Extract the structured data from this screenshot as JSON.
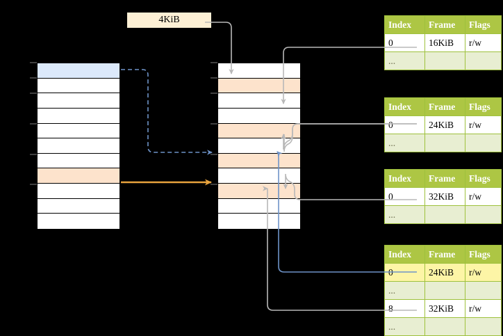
{
  "diagram": {
    "title": "page-table-walk",
    "size_label": {
      "text": "4KiB"
    },
    "colors": {
      "background": "#000000",
      "header_green": "#adc644",
      "alt_row_green": "#e8eed2",
      "highlight_yellow": "#fdf5a6",
      "peach_row": "#fde3cc",
      "blue_row": "#dce9fb",
      "orange_arrow": "#e8a33d",
      "blue_arrow": "#6e93c8",
      "gray_arrow": "#b8b8b8",
      "size_label_bg": "#fdf0d5"
    },
    "left_column": {
      "name": "virtual-address-space",
      "rows": [
        {
          "fill": "blue",
          "label": ""
        },
        {
          "fill": "white",
          "label": ""
        },
        {
          "fill": "white",
          "label": ""
        },
        {
          "fill": "white",
          "label": ""
        },
        {
          "fill": "white",
          "label": ""
        },
        {
          "fill": "white",
          "label": ""
        },
        {
          "fill": "white",
          "label": ""
        },
        {
          "fill": "peach",
          "label": ""
        },
        {
          "fill": "white",
          "label": ""
        },
        {
          "fill": "white",
          "label": ""
        },
        {
          "fill": "white",
          "label": ""
        }
      ]
    },
    "middle_column": {
      "name": "physical-memory",
      "rows": [
        {
          "fill": "white",
          "label": ""
        },
        {
          "fill": "peach",
          "label": ""
        },
        {
          "fill": "white",
          "label": ""
        },
        {
          "fill": "white",
          "label": ""
        },
        {
          "fill": "peach",
          "label": ""
        },
        {
          "fill": "white",
          "label": ""
        },
        {
          "fill": "peach",
          "label": ""
        },
        {
          "fill": "white",
          "label": ""
        },
        {
          "fill": "peach",
          "label": ""
        },
        {
          "fill": "white",
          "label": ""
        },
        {
          "fill": "white",
          "label": ""
        }
      ]
    },
    "tables": [
      {
        "name": "page-table-level-1",
        "headers": [
          "Index",
          "Frame",
          "Flags"
        ],
        "rows": [
          {
            "cells": [
              "0",
              "16KiB",
              "r/w"
            ],
            "style": "normal",
            "highlight": []
          },
          {
            "cells": [
              "...",
              "",
              ""
            ],
            "style": "alt",
            "highlight": []
          }
        ]
      },
      {
        "name": "page-table-level-2",
        "headers": [
          "Index",
          "Frame",
          "Flags"
        ],
        "rows": [
          {
            "cells": [
              "0",
              "24KiB",
              "r/w"
            ],
            "style": "normal",
            "highlight": []
          },
          {
            "cells": [
              "...",
              "",
              ""
            ],
            "style": "alt",
            "highlight": []
          }
        ]
      },
      {
        "name": "page-table-level-3",
        "headers": [
          "Index",
          "Frame",
          "Flags"
        ],
        "rows": [
          {
            "cells": [
              "0",
              "32KiB",
              "r/w"
            ],
            "style": "normal",
            "highlight": []
          },
          {
            "cells": [
              "...",
              "",
              ""
            ],
            "style": "alt",
            "highlight": []
          }
        ]
      },
      {
        "name": "page-table-level-4",
        "headers": [
          "Index",
          "Frame",
          "Flags"
        ],
        "rows": [
          {
            "cells": [
              "0",
              "24KiB",
              "r/w"
            ],
            "style": "normal",
            "highlight": [
              0,
              1,
              2
            ]
          },
          {
            "cells": [
              "...",
              "",
              ""
            ],
            "style": "alt",
            "highlight": []
          },
          {
            "cells": [
              "8",
              "32KiB",
              "r/w"
            ],
            "style": "normal",
            "highlight": []
          },
          {
            "cells": [
              "...",
              "",
              ""
            ],
            "style": "alt",
            "highlight": []
          }
        ]
      }
    ]
  }
}
